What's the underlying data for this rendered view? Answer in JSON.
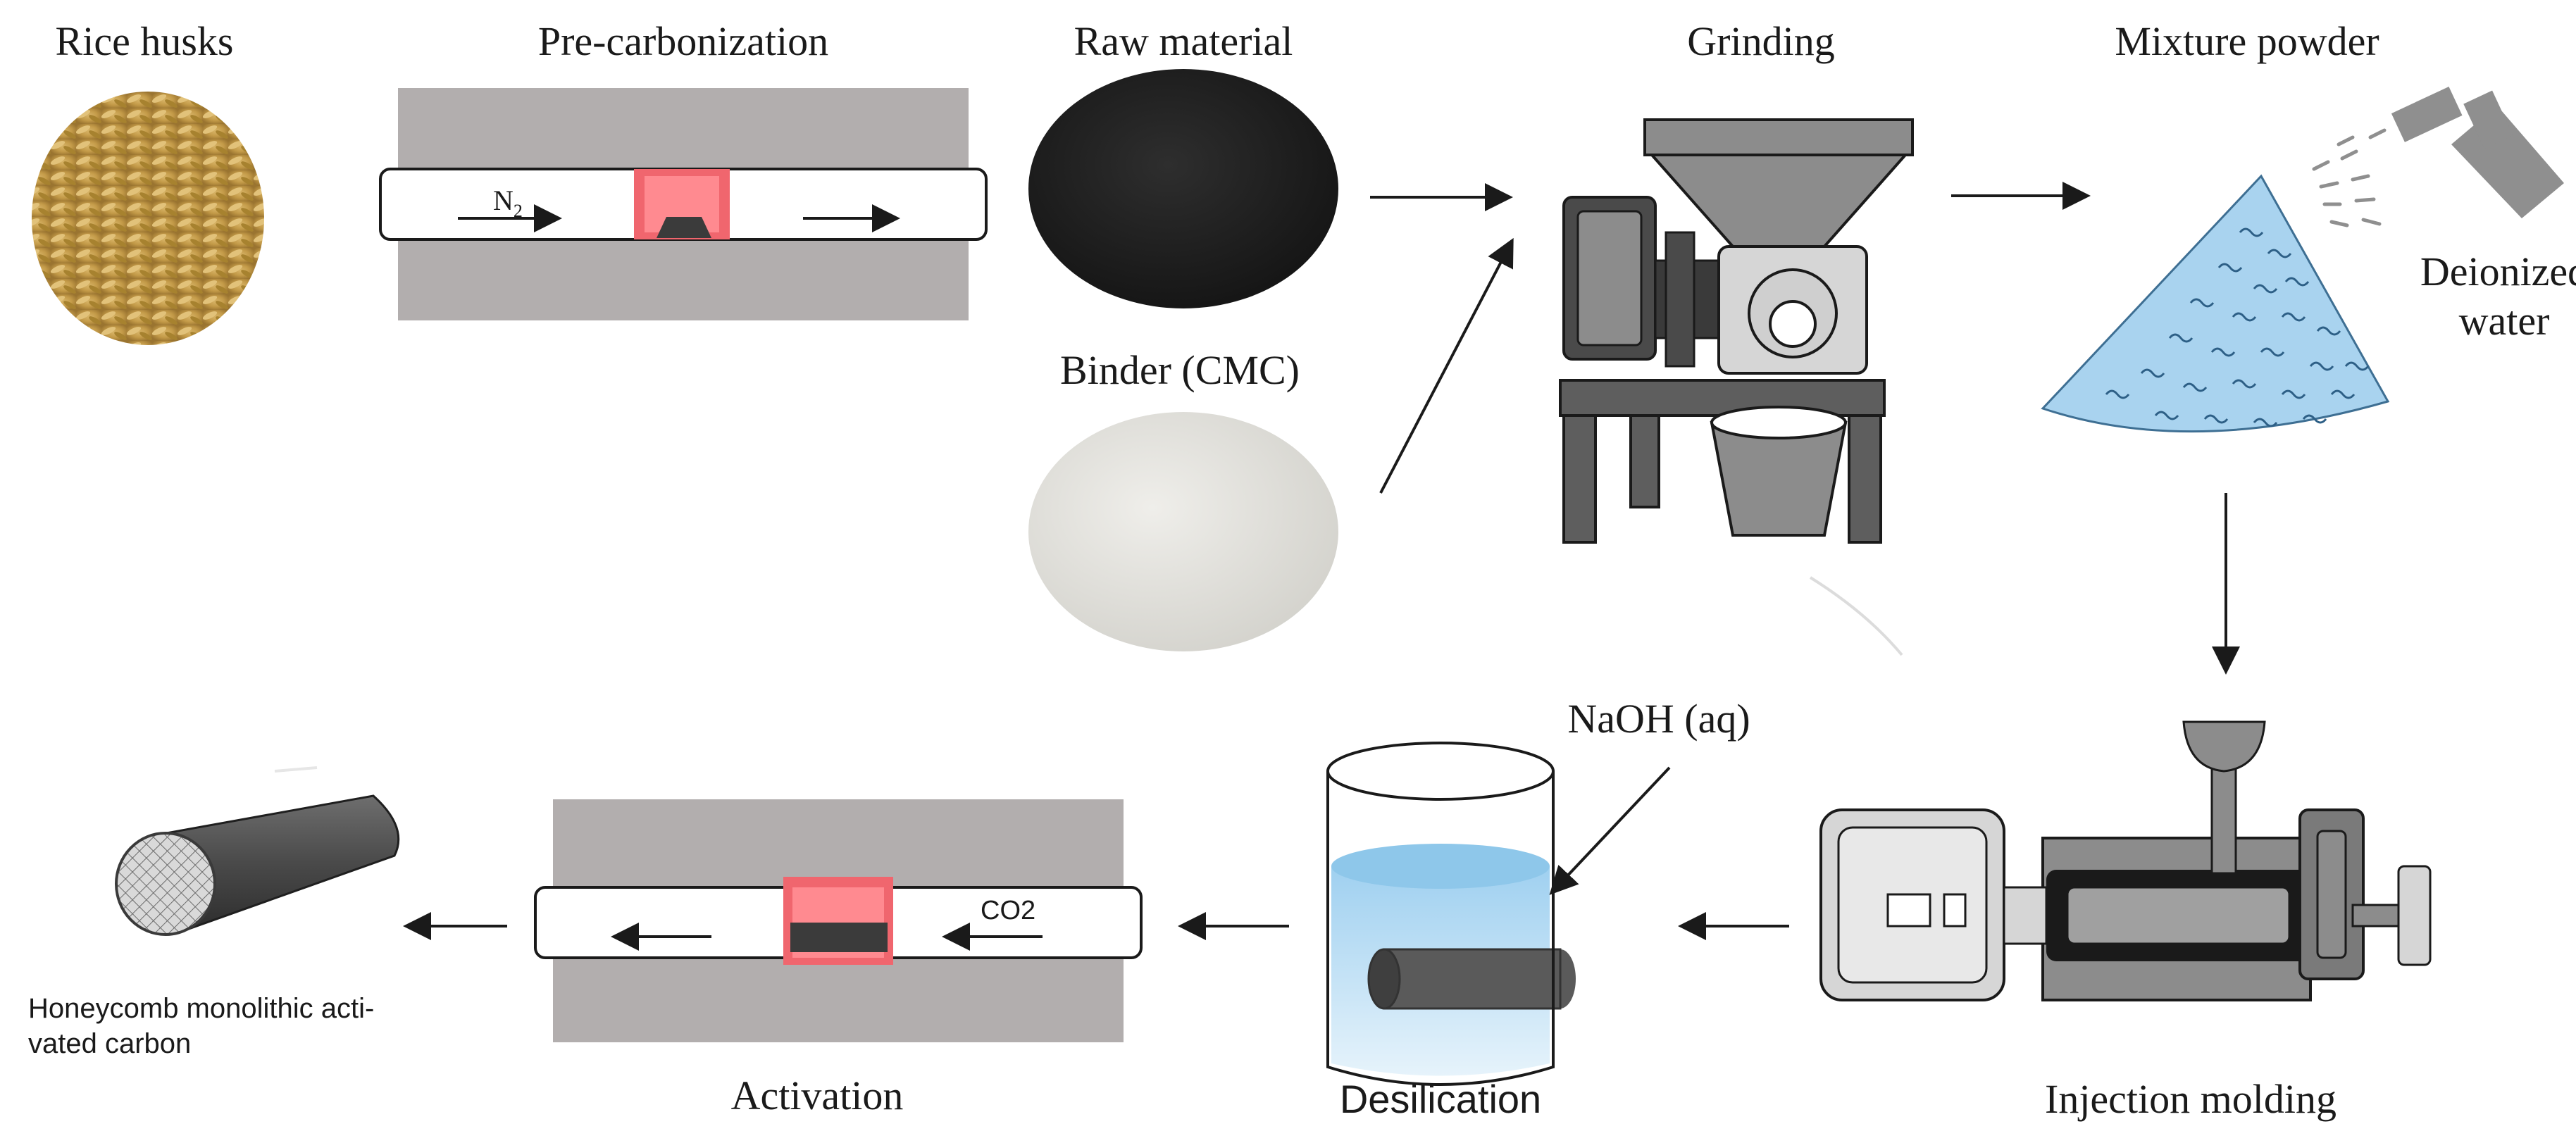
{
  "labels": {
    "rice_husks": "Rice husks",
    "pre_carbonization": "Pre-carbonization",
    "raw_material": "Raw material",
    "grinding": "Grinding",
    "mixture_powder": "Mixture powder",
    "deionized_water_line1": "Deionized",
    "deionized_water_line2": "water",
    "binder": "Binder (CMC)",
    "naoh": "NaOH (aq)",
    "activation": "Activation",
    "desilication": "Desilication",
    "injection_molding": "Injection molding",
    "product_line1": "Honeycomb monolithic acti-",
    "product_line2": "vated carbon",
    "gas_n2": "N",
    "gas_n2_sub": "2",
    "gas_co2": "CO2"
  },
  "colors": {
    "tube_wall": "#b2aeae",
    "heater": "#f0666e",
    "heater_border": "#e11d2a",
    "sample": "#3b3b3b",
    "machine_dark": "#4a4a4a",
    "machine_mid": "#8c8c8c",
    "machine_light": "#d6d6d6",
    "powder_cone": "#a9d3ef",
    "solution": "#bfe0f5",
    "rice": "#c9a14f",
    "carbon": "#1f1f1f",
    "binder_powder": "#e6e5e1"
  }
}
